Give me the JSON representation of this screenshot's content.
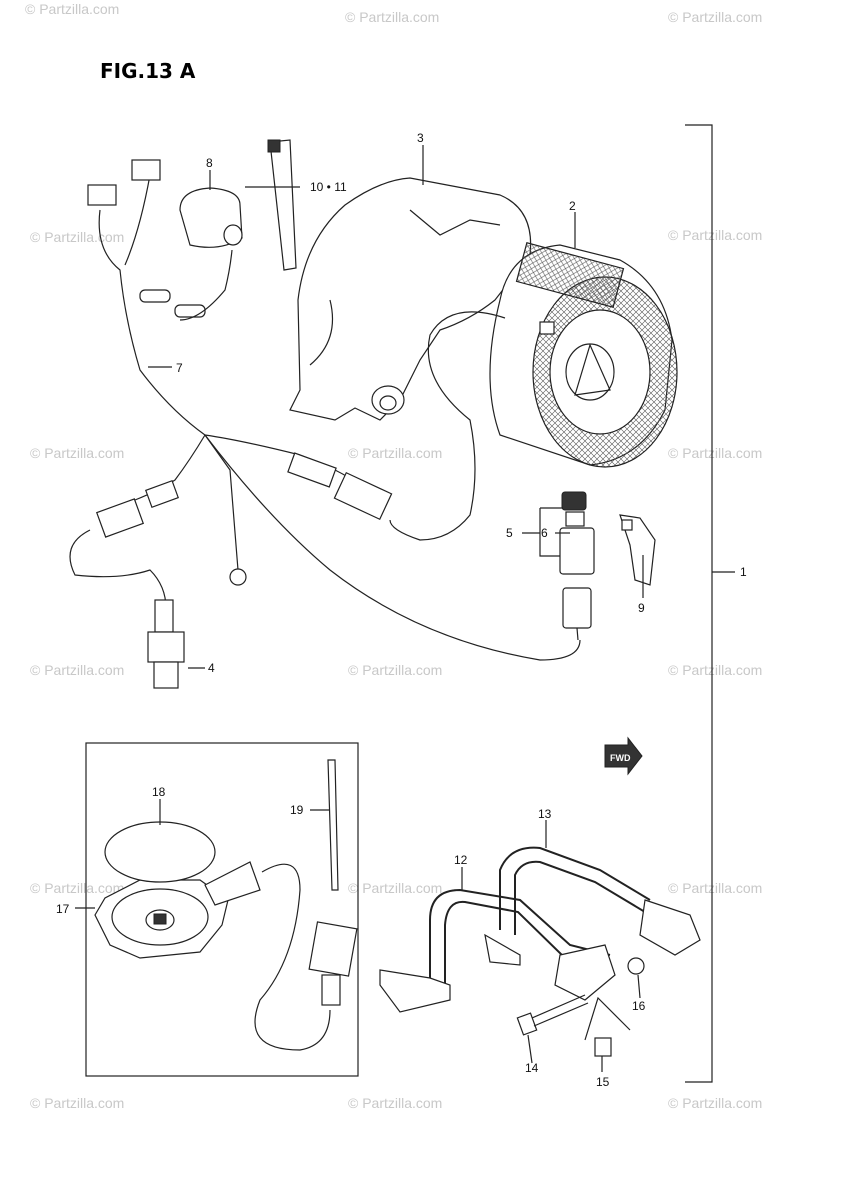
{
  "figure": {
    "title": "FIG.13 A"
  },
  "watermark": {
    "text": "© Partzilla.com"
  },
  "callouts": {
    "c1": "1",
    "c2": "2",
    "c3": "3",
    "c4": "4",
    "c5": "5",
    "c6": "6",
    "c7": "7",
    "c8": "8",
    "c9": "9",
    "c10_11": "10 • 11",
    "c12": "12",
    "c13": "13",
    "c14": "14",
    "c15": "15",
    "c16": "16",
    "c17": "17",
    "c18": "18",
    "c19": "19"
  },
  "fwd_badge": {
    "text": "FWD"
  }
}
